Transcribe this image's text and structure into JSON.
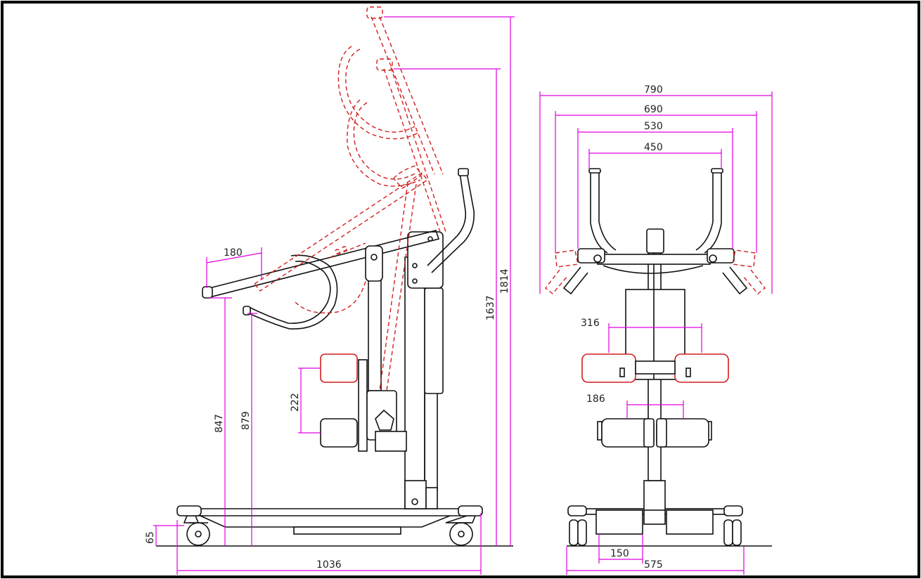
{
  "dimensions": {
    "handle_spread": "180",
    "height_low_handle": "847",
    "height_high_handle": "879",
    "pad_travel": "222",
    "wheel_height": "65",
    "total_length": "1036",
    "height_mid": "1637",
    "height_max": "1814",
    "width_outer_max": "790",
    "width_outer": "690",
    "width_mid": "530",
    "width_inner": "450",
    "pad_spacing_upper": "316",
    "pad_spacing_lower": "186",
    "base_inner": "150",
    "base_width": "575"
  },
  "colors": {
    "dimension": "#e000e0",
    "outline": "#111111",
    "alternate_position": "#d21e1e",
    "frame": "#000000"
  }
}
